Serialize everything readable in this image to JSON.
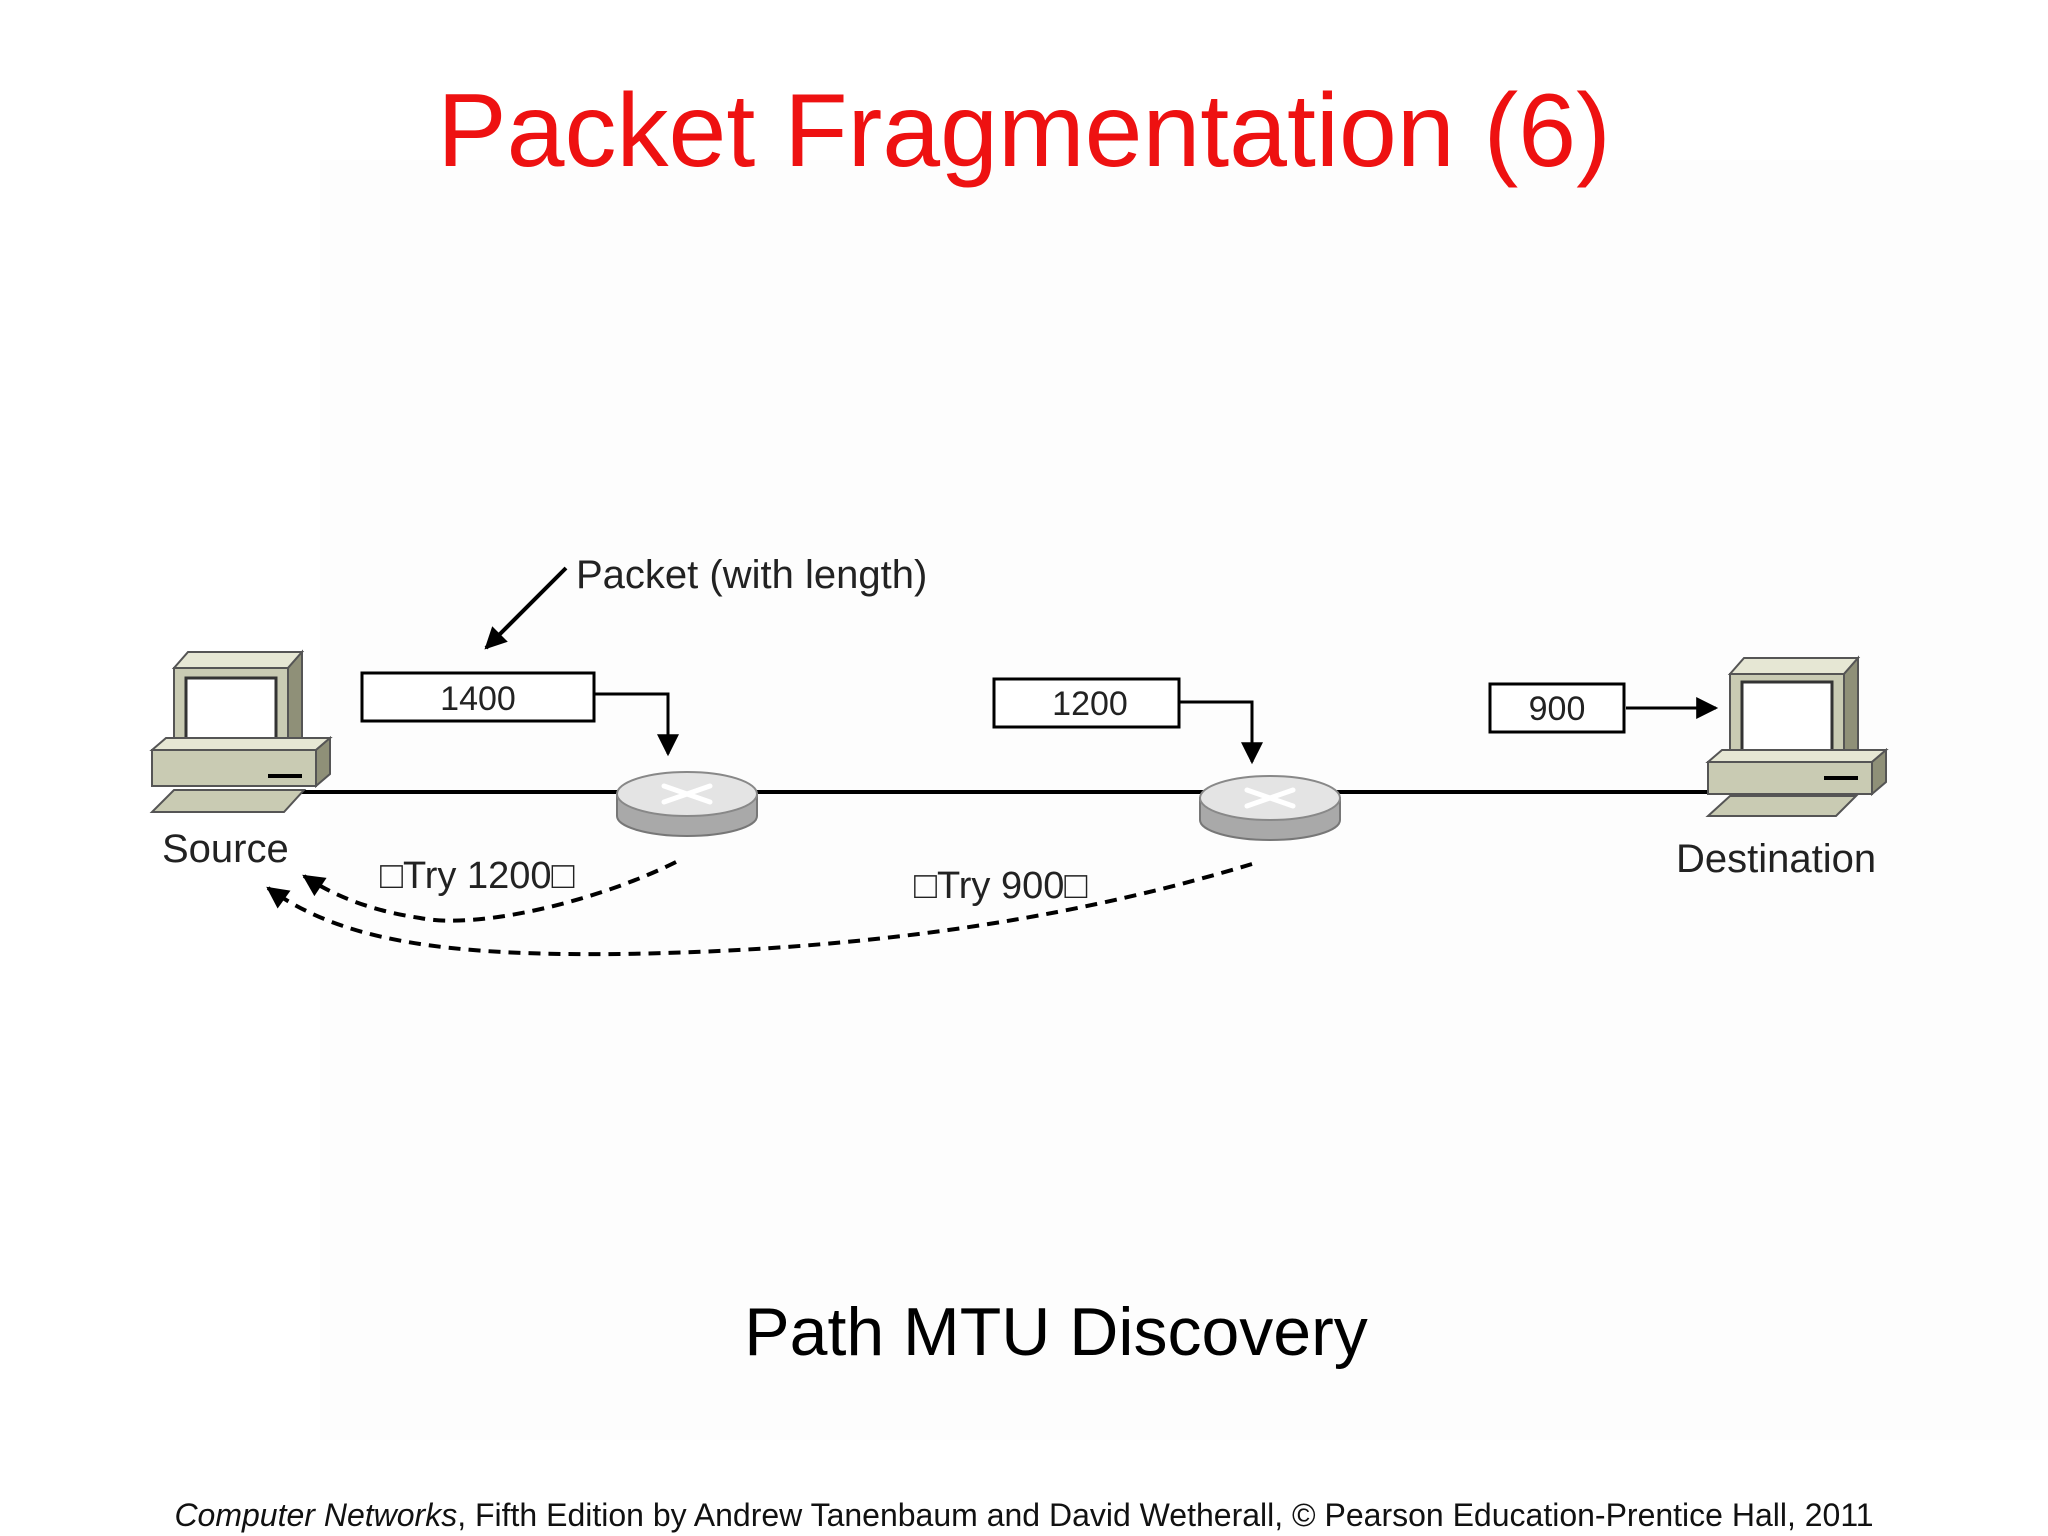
{
  "slide": {
    "title": "Packet Fragmentation (6)",
    "subtitle": "Path MTU Discovery",
    "footer": {
      "book_title": "Computer Networks",
      "rest": ", Fifth Edition by Andrew Tanenbaum and David Wetherall, © Pearson Education-Prentice Hall, 2011"
    }
  },
  "diagram": {
    "packet_label": "Packet (with length)",
    "source_label": "Source",
    "destination_label": "Destination",
    "packet_sizes": [
      "1400",
      "1200",
      "900"
    ],
    "replies": [
      "□Try 1200□",
      "□Try 900□"
    ],
    "colors": {
      "computer_body": "#c9cbb3",
      "computer_dark": "#8f9078",
      "router_top": "#e4e4e4",
      "router_side": "#a9a9a9",
      "line": "#000000"
    },
    "icons": [
      "source-computer-icon",
      "router-icon",
      "router-icon",
      "destination-computer-icon"
    ]
  }
}
